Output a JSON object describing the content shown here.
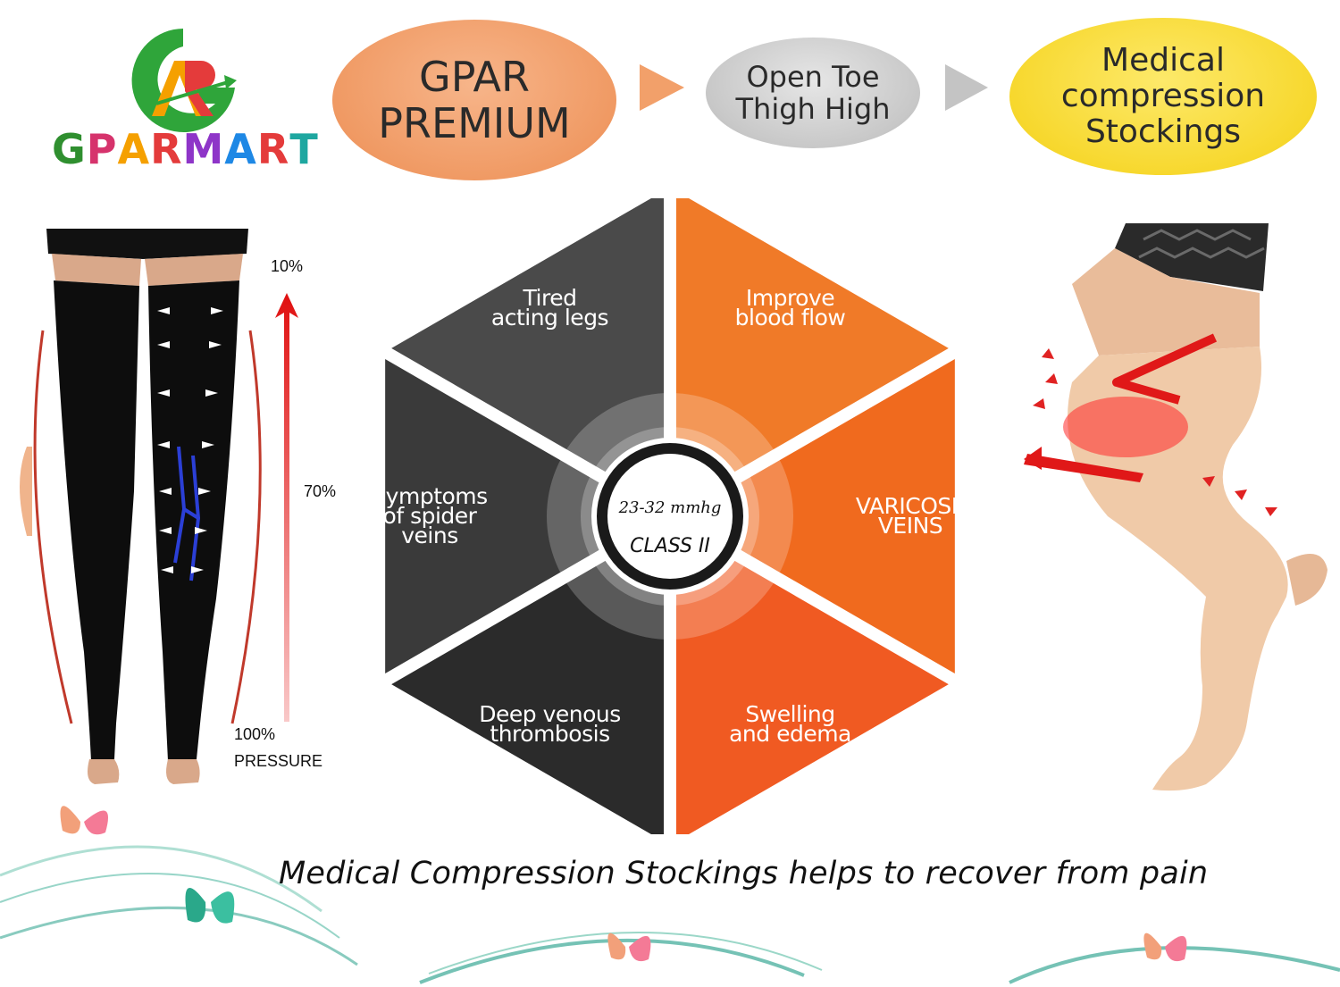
{
  "brand": {
    "logo_monogram": "ARG",
    "logo_text_letters": [
      "G",
      "P",
      "A",
      "R",
      "M",
      "A",
      "R",
      "T"
    ],
    "logo_text_colors": [
      "#2f8f2f",
      "#d6336c",
      "#f5a000",
      "#e43b3b",
      "#8e35c8",
      "#1e88e5",
      "#e43b3b",
      "#1ea7a0"
    ]
  },
  "header": {
    "brand_line1": "GPAR",
    "brand_line2": "PREMIUM",
    "type_line1": "Open Toe",
    "type_line2": "Thigh High",
    "product_line1": "Medical",
    "product_line2": "compression",
    "product_line3": "Stockings"
  },
  "pressure_scale": {
    "top": "10%",
    "middle": "70%",
    "bottom": "100%",
    "label": "PRESSURE"
  },
  "wheel": {
    "center_pressure": "23-32 mmhg",
    "center_class": "CLASS II",
    "segments": [
      {
        "lines": [
          "Tired",
          "acting legs"
        ],
        "color": "#4a4a4a"
      },
      {
        "lines": [
          "Improve",
          "blood flow"
        ],
        "color": "#f07a28"
      },
      {
        "lines": [
          "VARICOSE",
          "VEINS"
        ],
        "color": "#f06a1e"
      },
      {
        "lines": [
          "Swelling",
          "and edema"
        ],
        "color": "#f05a22"
      },
      {
        "lines": [
          "Deep venous",
          "thrombosis"
        ],
        "color": "#2b2b2b"
      },
      {
        "lines": [
          "Symptoms",
          "of spider",
          "veins"
        ],
        "color": "#3a3a3a"
      }
    ]
  },
  "tagline": "Medical Compression Stockings helps to recover from pain"
}
